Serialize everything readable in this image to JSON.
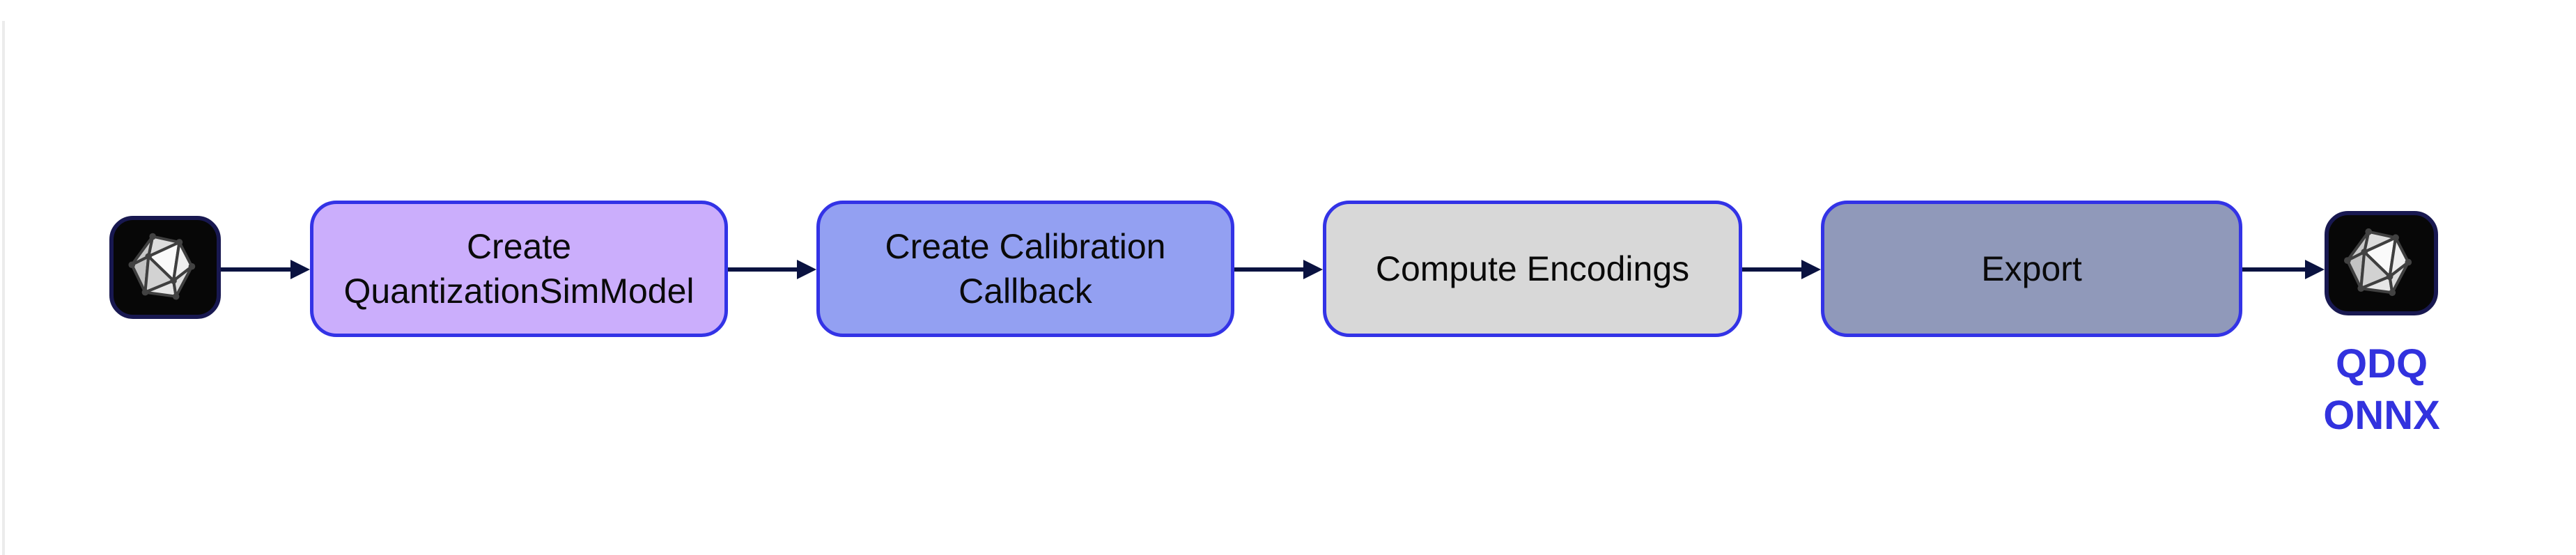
{
  "flow": {
    "background": "#FFFFFF",
    "arrow_color": "#0A1240",
    "box_text_color": "#0A0A0A",
    "box_border_color": "#3333E6",
    "input_icon": {
      "icon": "onnx-polyhedron-icon"
    },
    "steps": [
      {
        "label": "Create QuantizationSimModel",
        "fill": "#CBAEFC"
      },
      {
        "label": "Create Calibration Callback",
        "fill": "#93A0F2"
      },
      {
        "label": "Compute Encodings",
        "fill": "#D8D8D8"
      },
      {
        "label": "Export",
        "fill": "#9099BA"
      }
    ],
    "output_icon": {
      "icon": "onnx-polyhedron-icon",
      "caption_lines": [
        "QDQ",
        "ONNX"
      ],
      "caption_color": "#3232DE"
    }
  }
}
